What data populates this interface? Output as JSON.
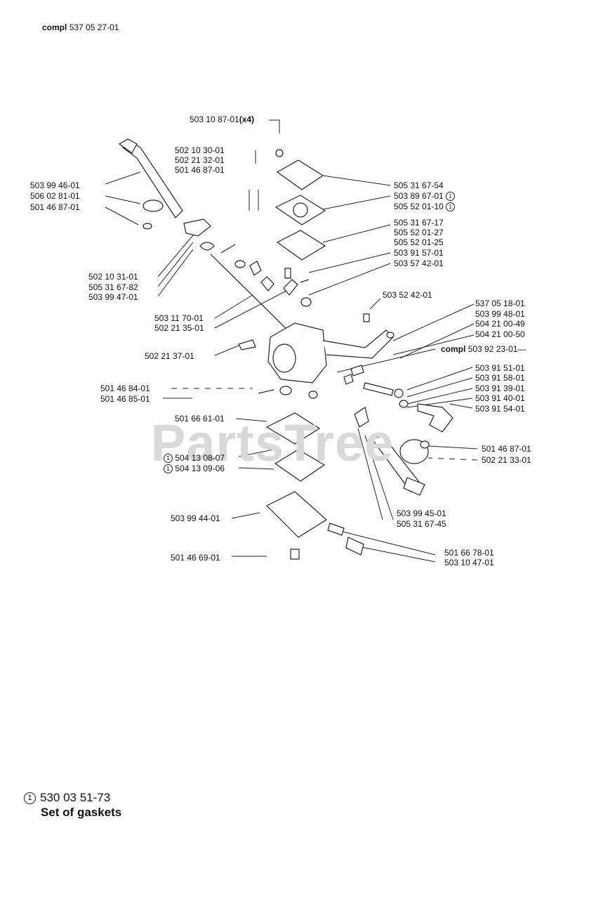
{
  "header": {
    "prefix": "compl",
    "number": "537 05 27-01"
  },
  "watermark": "PartsTree",
  "labels": {
    "l1": "503 10 87-01",
    "l1x": "(x4)",
    "l2": "502 10 30-01",
    "l3": "502 21 32-01",
    "l4": "501 46 87-01",
    "l5": "503 99 46-01",
    "l6": "506 02 81-01",
    "l7": "501 46 87-01",
    "l8": "505 31 67-54",
    "l9": "503 89 67-01",
    "l10": "505 52 01-10",
    "l11": "505 31 67-17",
    "l12": "505 52 01-27",
    "l13": "505 52 01-25",
    "l14": "503 91 57-01",
    "l15": "503 57 42-01",
    "l16": "502 10 31-01",
    "l17": "505 31 67-82",
    "l18": "503 99 47-01",
    "l19": "503 52 42-01",
    "l20": "503 11 70-01",
    "l21": "502 21 35-01",
    "l22": "537 05 18-01",
    "l23": "503 99 48-01",
    "l24": "504 21 00-49",
    "l25": "504 21 00-50",
    "l26pre": "compl",
    "l26": "503 92 23-01",
    "l27": "502 21 37-01",
    "l28": "503 91 51-01",
    "l29": "503 91 58-01",
    "l30": "503 91 39-01",
    "l31": "503 91 40-01",
    "l32": "503 91 54-01",
    "l33": "501 46 84-01",
    "l34": "501 46 85-01",
    "l35": "501 66 61-01",
    "l36": "501 46 87-01",
    "l37": "502 21 33-01",
    "l38": "504 13 08-07",
    "l39": "504 13 09-06",
    "l40": "503 99 45-01",
    "l41": "505 31 67-45",
    "l42": "503 99 44-01",
    "l43": "501 66 78-01",
    "l44": "503 10 47-01",
    "l45": "501 46 69-01"
  },
  "gasket_marker": "1",
  "footer": {
    "marker": "1",
    "number": "530 03 51-73",
    "description": "Set of gaskets"
  }
}
